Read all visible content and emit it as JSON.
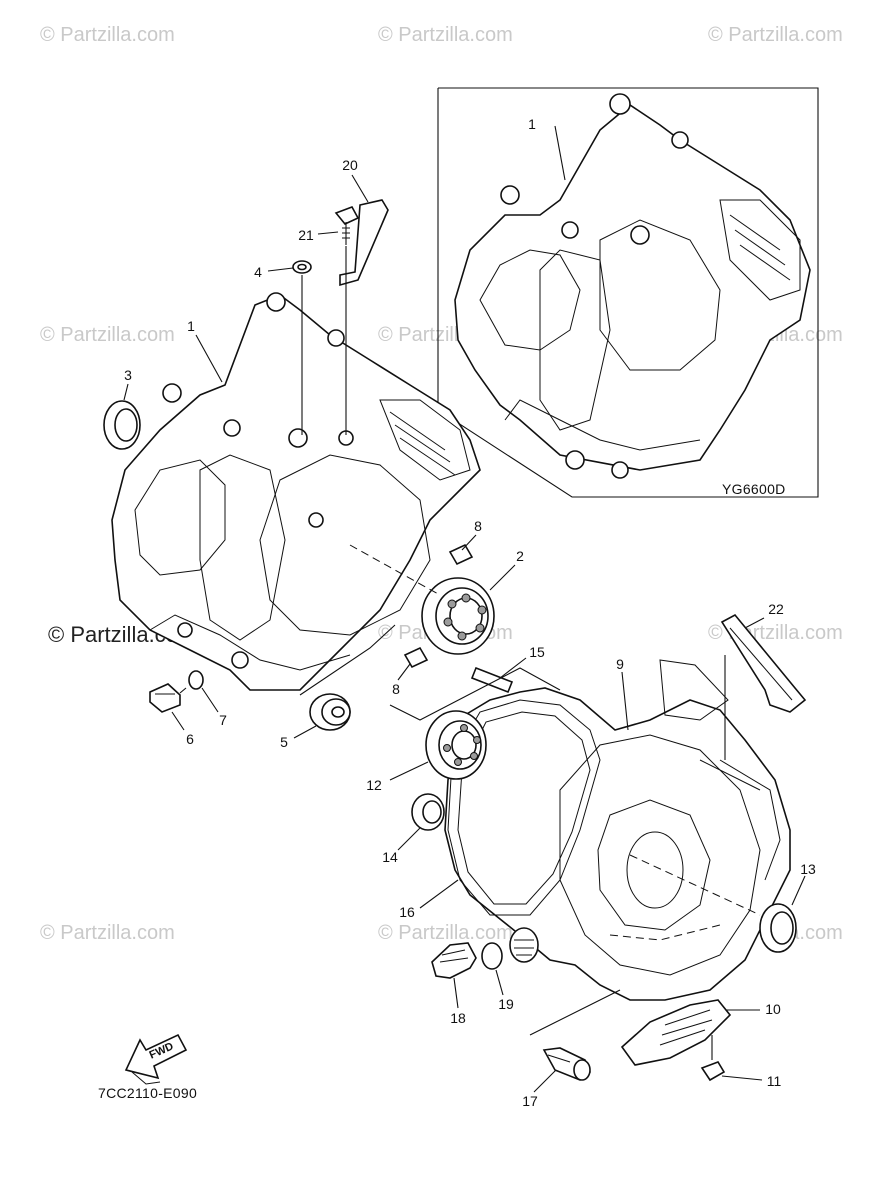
{
  "watermark": {
    "text": "© Partzilla.com",
    "brand": "© Partzilla.com"
  },
  "inset": {
    "code": "YG6600D",
    "callout": "1"
  },
  "diagram_code": "7CC2110-E090",
  "fwd_label": "FWD",
  "callouts": [
    {
      "id": "c20",
      "text": "20"
    },
    {
      "id": "c21",
      "text": "21"
    },
    {
      "id": "c4",
      "text": "4"
    },
    {
      "id": "c1",
      "text": "1"
    },
    {
      "id": "c3",
      "text": "3"
    },
    {
      "id": "c8a",
      "text": "8"
    },
    {
      "id": "c2",
      "text": "2"
    },
    {
      "id": "c8b",
      "text": "8"
    },
    {
      "id": "c15",
      "text": "15"
    },
    {
      "id": "c7",
      "text": "7"
    },
    {
      "id": "c6",
      "text": "6"
    },
    {
      "id": "c5",
      "text": "5"
    },
    {
      "id": "c22",
      "text": "22"
    },
    {
      "id": "c9",
      "text": "9"
    },
    {
      "id": "c12",
      "text": "12"
    },
    {
      "id": "c14",
      "text": "14"
    },
    {
      "id": "c13",
      "text": "13"
    },
    {
      "id": "c16",
      "text": "16"
    },
    {
      "id": "c18",
      "text": "18"
    },
    {
      "id": "c19",
      "text": "19"
    },
    {
      "id": "c10",
      "text": "10"
    },
    {
      "id": "c11",
      "text": "11"
    },
    {
      "id": "c17",
      "text": "17"
    }
  ]
}
